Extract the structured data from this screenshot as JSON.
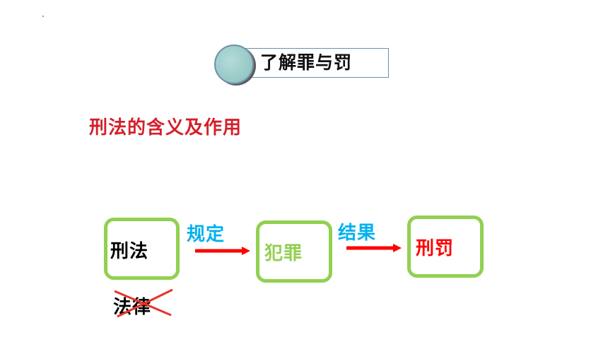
{
  "title": "了解罪与罚",
  "subtitle": "刑法的含义及作用",
  "flow": {
    "box1": "刑法",
    "arrow1": "规定",
    "box2": "犯罪",
    "arrow2": "结果",
    "box3": "刑罚"
  },
  "crossed_out": "法律",
  "colors": {
    "subtitle": "#d41f2a",
    "box_border": "#92d050",
    "arrow_label": "#00b0f0",
    "arrow": "#ff0000",
    "punish": "#ff0000",
    "cross": "#e8332a"
  }
}
